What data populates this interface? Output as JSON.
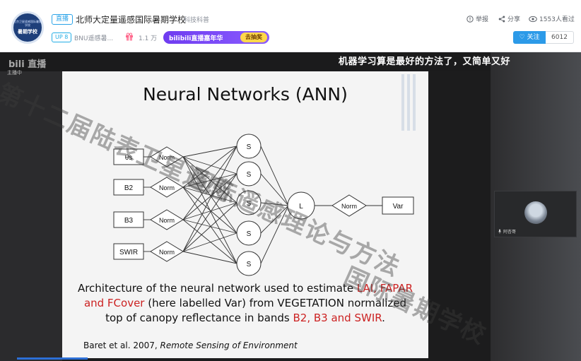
{
  "header": {
    "logo": {
      "line1": "北京卫星遥感国际暑期学校",
      "line2": "暑期学校"
    },
    "live_badge": "直播",
    "room_title": "北师大定量遥感国际暑期学校",
    "category": "科技科普",
    "up_badge": "UP 8",
    "up_name": "BNU遥感暑...",
    "gift_icon": "gift-icon",
    "fans_count": "1.1 万",
    "promo": {
      "text": "bilibili直播嘉年华",
      "button": "去抽奖"
    },
    "actions": {
      "report": "举报",
      "share": "分享",
      "viewers": "1553人看过"
    },
    "follow": {
      "label": "关注",
      "count": "6012"
    }
  },
  "player": {
    "subtitle": "机器学习算是最好的方法了，又简单又好",
    "site_mark": "bili 直播",
    "anchor_tag": "主播中",
    "watermark": [
      "第十二届陆表卫星遥感",
      "国际遥感理论与方法",
      "国际暑期学校"
    ],
    "camera_label": "阿杏哥",
    "slide": {
      "title": "Neural Networks (ANN)",
      "inputs": [
        "θs",
        "B2",
        "B3",
        "SWIR"
      ],
      "norm_label": "Norm",
      "hidden_label": "S",
      "output_label": "L",
      "var_label": "Var",
      "caption_line1_a": "Architecture of the neural network used to estimate ",
      "caption_line1_red": "LAI, FAPAR",
      "caption_line2_red": "and FCover",
      "caption_line2_b": " (here labelled Var) from VEGETATION normalized",
      "caption_line3_a": "top of canopy reflectance in bands ",
      "caption_line3_red": "B2, B3 and SWIR",
      "caption_line3_b": ".",
      "citation_author": "Baret et al. 2007, ",
      "citation_journal": "Remote Sensing of Environment"
    }
  },
  "colors": {
    "accent": "#2c9ae8",
    "caption_red": "#cc2222",
    "promo": "#6f3cf0"
  }
}
